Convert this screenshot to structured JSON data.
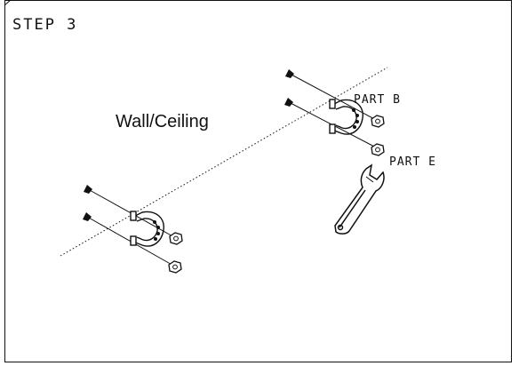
{
  "step": {
    "title": "STEP 3"
  },
  "surface": {
    "label": "Wall/Ceiling"
  },
  "parts": {
    "b": {
      "label": "PART B"
    },
    "e": {
      "label": "PART E"
    }
  },
  "colors": {
    "line": "#111111",
    "background": "#ffffff"
  },
  "icons": [
    "screw-icon",
    "bracket-icon",
    "nut-icon",
    "wrench-icon"
  ]
}
